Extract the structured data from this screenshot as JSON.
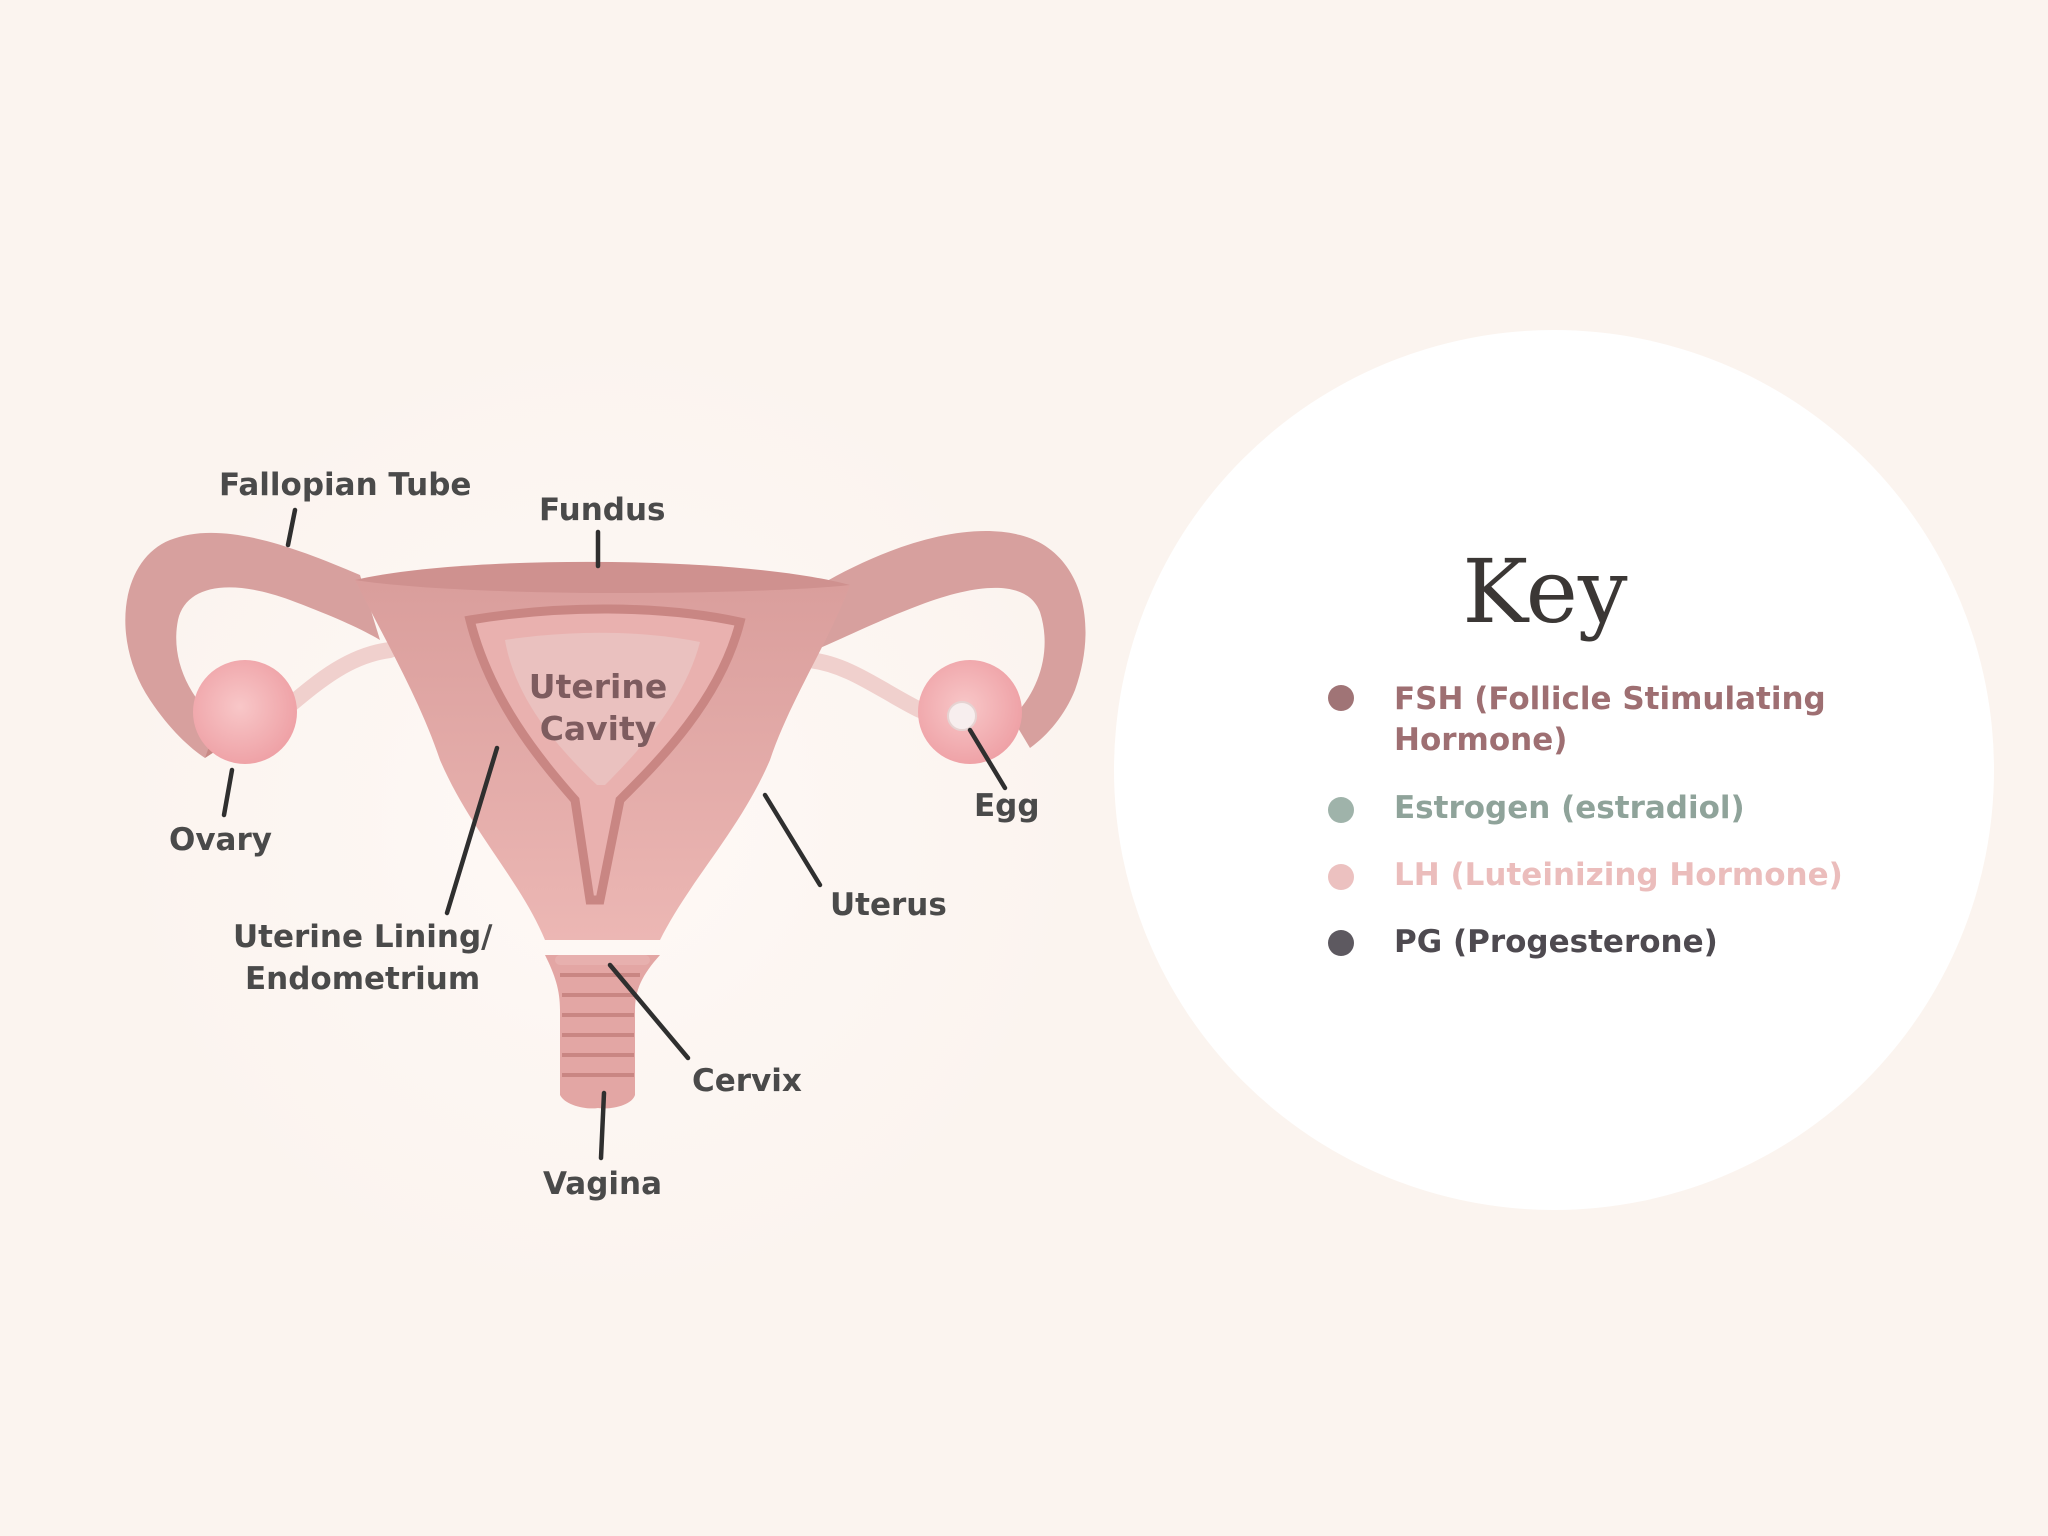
{
  "diagram": {
    "labels": {
      "fallopian_tube": "Fallopian Tube",
      "fundus": "Fundus",
      "uterine_cavity_1": "Uterine",
      "uterine_cavity_2": "Cavity",
      "ovary": "Ovary",
      "egg": "Egg",
      "uterine_lining_1": "Uterine Lining/",
      "uterine_lining_2": "Endometrium",
      "uterus": "Uterus",
      "cervix": "Cervix",
      "vagina": "Vagina"
    }
  },
  "key": {
    "title": "Key",
    "items": [
      {
        "line1": "FSH (Follicle Stimulating",
        "line2": "Hormone)",
        "color": "#a07476",
        "dot_icon": "dot-icon"
      },
      {
        "line1": "Estrogen (estradiol)",
        "line2": "",
        "color": "#9fb3aa",
        "dot_icon": "dot-icon"
      },
      {
        "line1": "LH (Luteinizing Hormone)",
        "line2": "",
        "color": "#ecc1c0",
        "dot_icon": "dot-icon"
      },
      {
        "line1": "PG (Progesterone)",
        "line2": "",
        "color": "#5d5960",
        "dot_icon": "dot-icon"
      }
    ]
  },
  "colors": {
    "background": "#fbf4ef",
    "uterus_tissue": "#e2a7a6",
    "uterus_dark": "#c88985",
    "ovary": "#f4b3b6",
    "key_circle": "#ffffff"
  }
}
